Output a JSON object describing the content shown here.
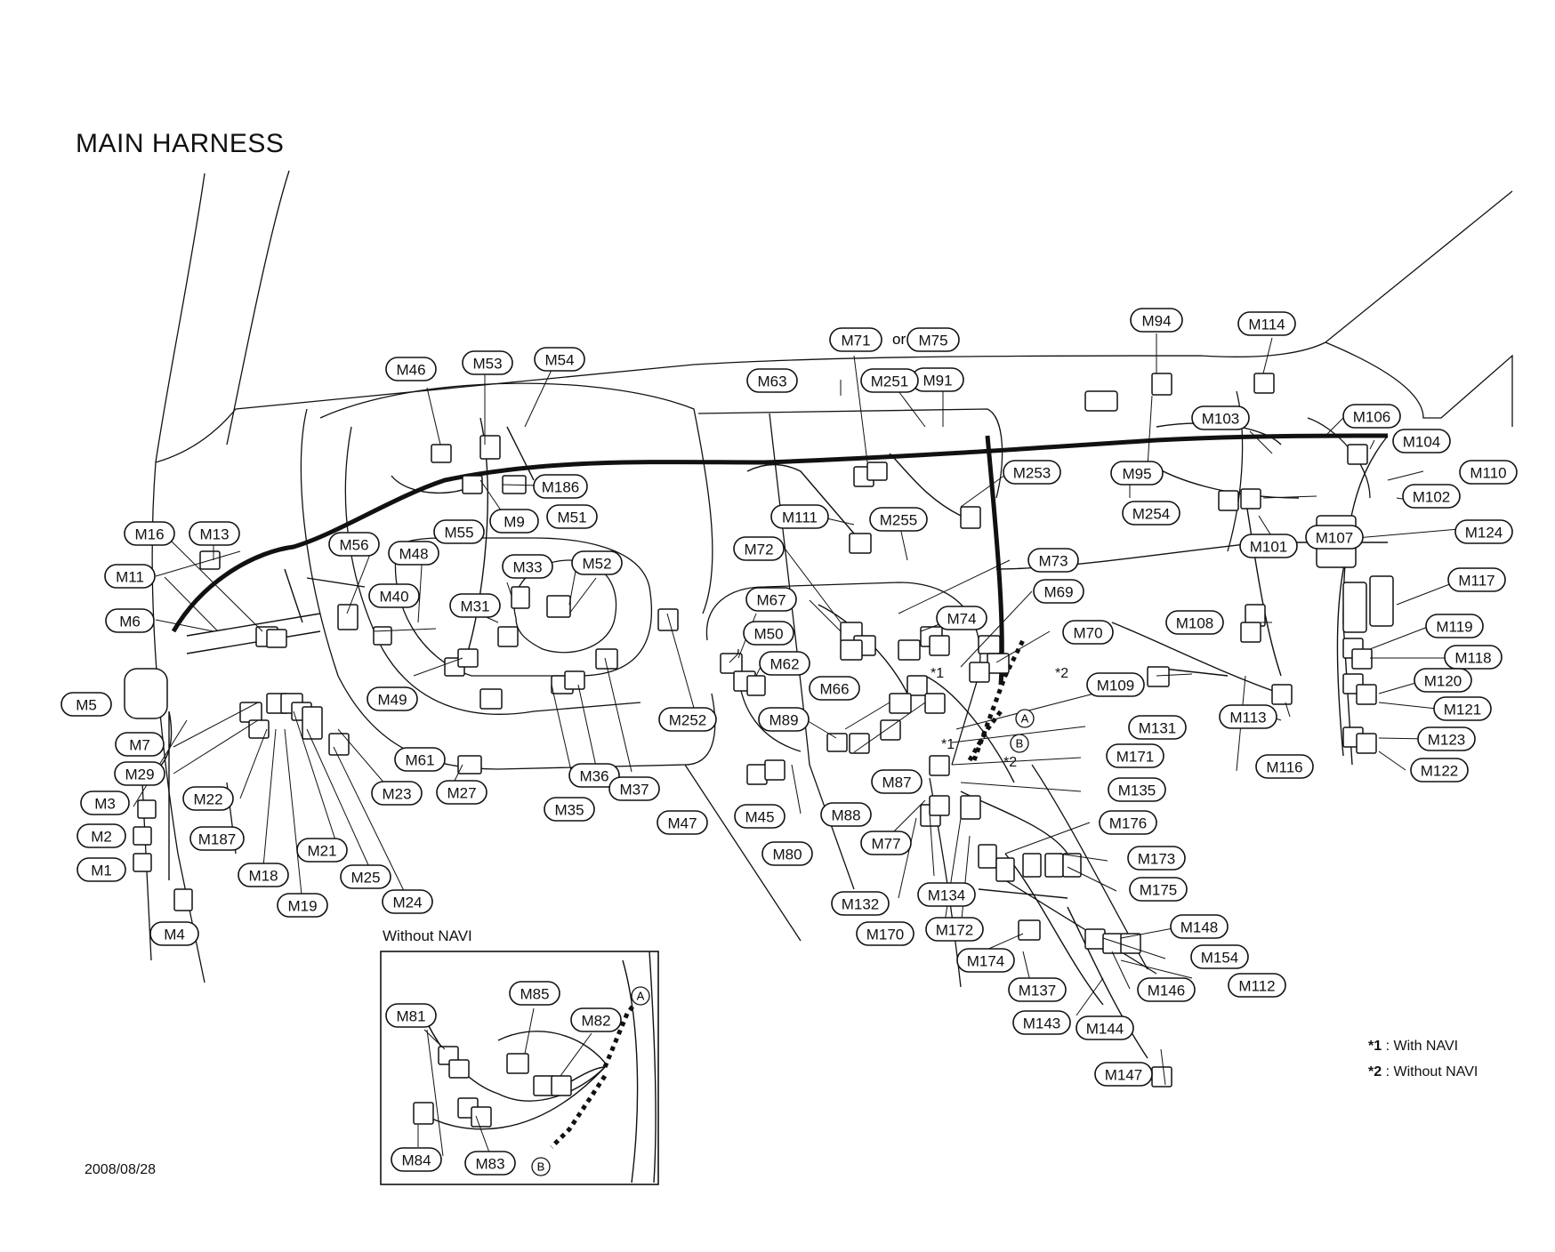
{
  "title": "MAIN HARNESS",
  "date": "2008/08/28",
  "inset": {
    "title": "Without NAVI",
    "circle_a": "A",
    "circle_b": "B"
  },
  "main_circles": {
    "a": "A",
    "b": "B"
  },
  "or_word": "or",
  "markers": {
    "star1": "*1",
    "star2": "*2"
  },
  "legend": [
    {
      "mark": "*1",
      "text": ": With NAVI"
    },
    {
      "mark": "*2",
      "text": ": Without NAVI"
    }
  ],
  "labels": {
    "M1": "M1",
    "M2": "M2",
    "M3": "M3",
    "M4": "M4",
    "M5": "M5",
    "M6": "M6",
    "M7": "M7",
    "M9": "M9",
    "M11": "M11",
    "M13": "M13",
    "M16": "M16",
    "M18": "M18",
    "M19": "M19",
    "M21": "M21",
    "M22": "M22",
    "M23": "M23",
    "M24": "M24",
    "M25": "M25",
    "M27": "M27",
    "M29": "M29",
    "M31": "M31",
    "M33": "M33",
    "M35": "M35",
    "M36": "M36",
    "M37": "M37",
    "M40": "M40",
    "M45": "M45",
    "M46": "M46",
    "M47": "M47",
    "M48": "M48",
    "M49": "M49",
    "M50": "M50",
    "M51": "M51",
    "M52": "M52",
    "M53": "M53",
    "M54": "M54",
    "M55": "M55",
    "M56": "M56",
    "M61": "M61",
    "M62": "M62",
    "M63": "M63",
    "M66": "M66",
    "M67": "M67",
    "M69": "M69",
    "M70": "M70",
    "M71": "M71",
    "M72": "M72",
    "M73": "M73",
    "M74": "M74",
    "M75": "M75",
    "M77": "M77",
    "M80": "M80",
    "M81": "M81",
    "M82": "M82",
    "M83": "M83",
    "M84": "M84",
    "M85": "M85",
    "M87": "M87",
    "M88": "M88",
    "M89": "M89",
    "M91": "M91",
    "M94": "M94",
    "M95": "M95",
    "M101": "M101",
    "M102": "M102",
    "M103": "M103",
    "M104": "M104",
    "M106": "M106",
    "M107": "M107",
    "M108": "M108",
    "M109": "M109",
    "M110": "M110",
    "M111": "M111",
    "M112": "M112",
    "M113": "M113",
    "M114": "M114",
    "M116": "M116",
    "M117": "M117",
    "M118": "M118",
    "M119": "M119",
    "M120": "M120",
    "M121": "M121",
    "M122": "M122",
    "M123": "M123",
    "M124": "M124",
    "M131": "M131",
    "M132": "M132",
    "M134": "M134",
    "M135": "M135",
    "M137": "M137",
    "M143": "M143",
    "M144": "M144",
    "M146": "M146",
    "M147": "M147",
    "M148": "M148",
    "M154": "M154",
    "M170": "M170",
    "M171": "M171",
    "M172": "M172",
    "M173": "M173",
    "M174": "M174",
    "M175": "M175",
    "M176": "M176",
    "M186": "M186",
    "M187": "M187",
    "M251": "M251",
    "M252": "M252",
    "M253": "M253",
    "M254": "M254",
    "M255": "M255"
  }
}
